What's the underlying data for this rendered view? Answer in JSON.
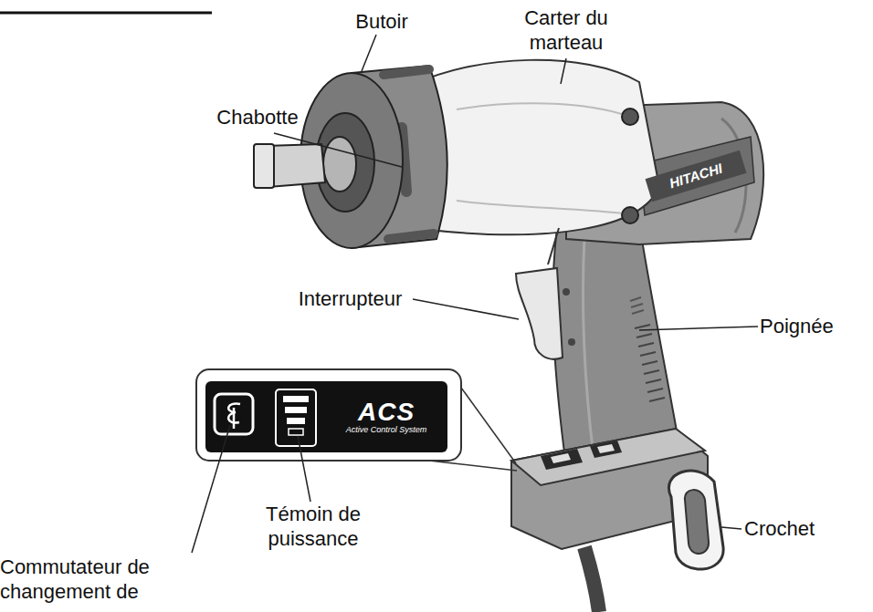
{
  "diagram": {
    "nodes": [
      {
        "text": [
          "HITACHI"
        ]
      },
      {
        "text": [
          "ACS",
          "Active Control System"
        ]
      }
    ],
    "labels": [
      "Butoir",
      "Carter du marteau",
      "Chabotte",
      "Interrupteur",
      "Poignée",
      "Témoin de puissance",
      "Crochet",
      "Commutateur de changement de"
    ]
  }
}
